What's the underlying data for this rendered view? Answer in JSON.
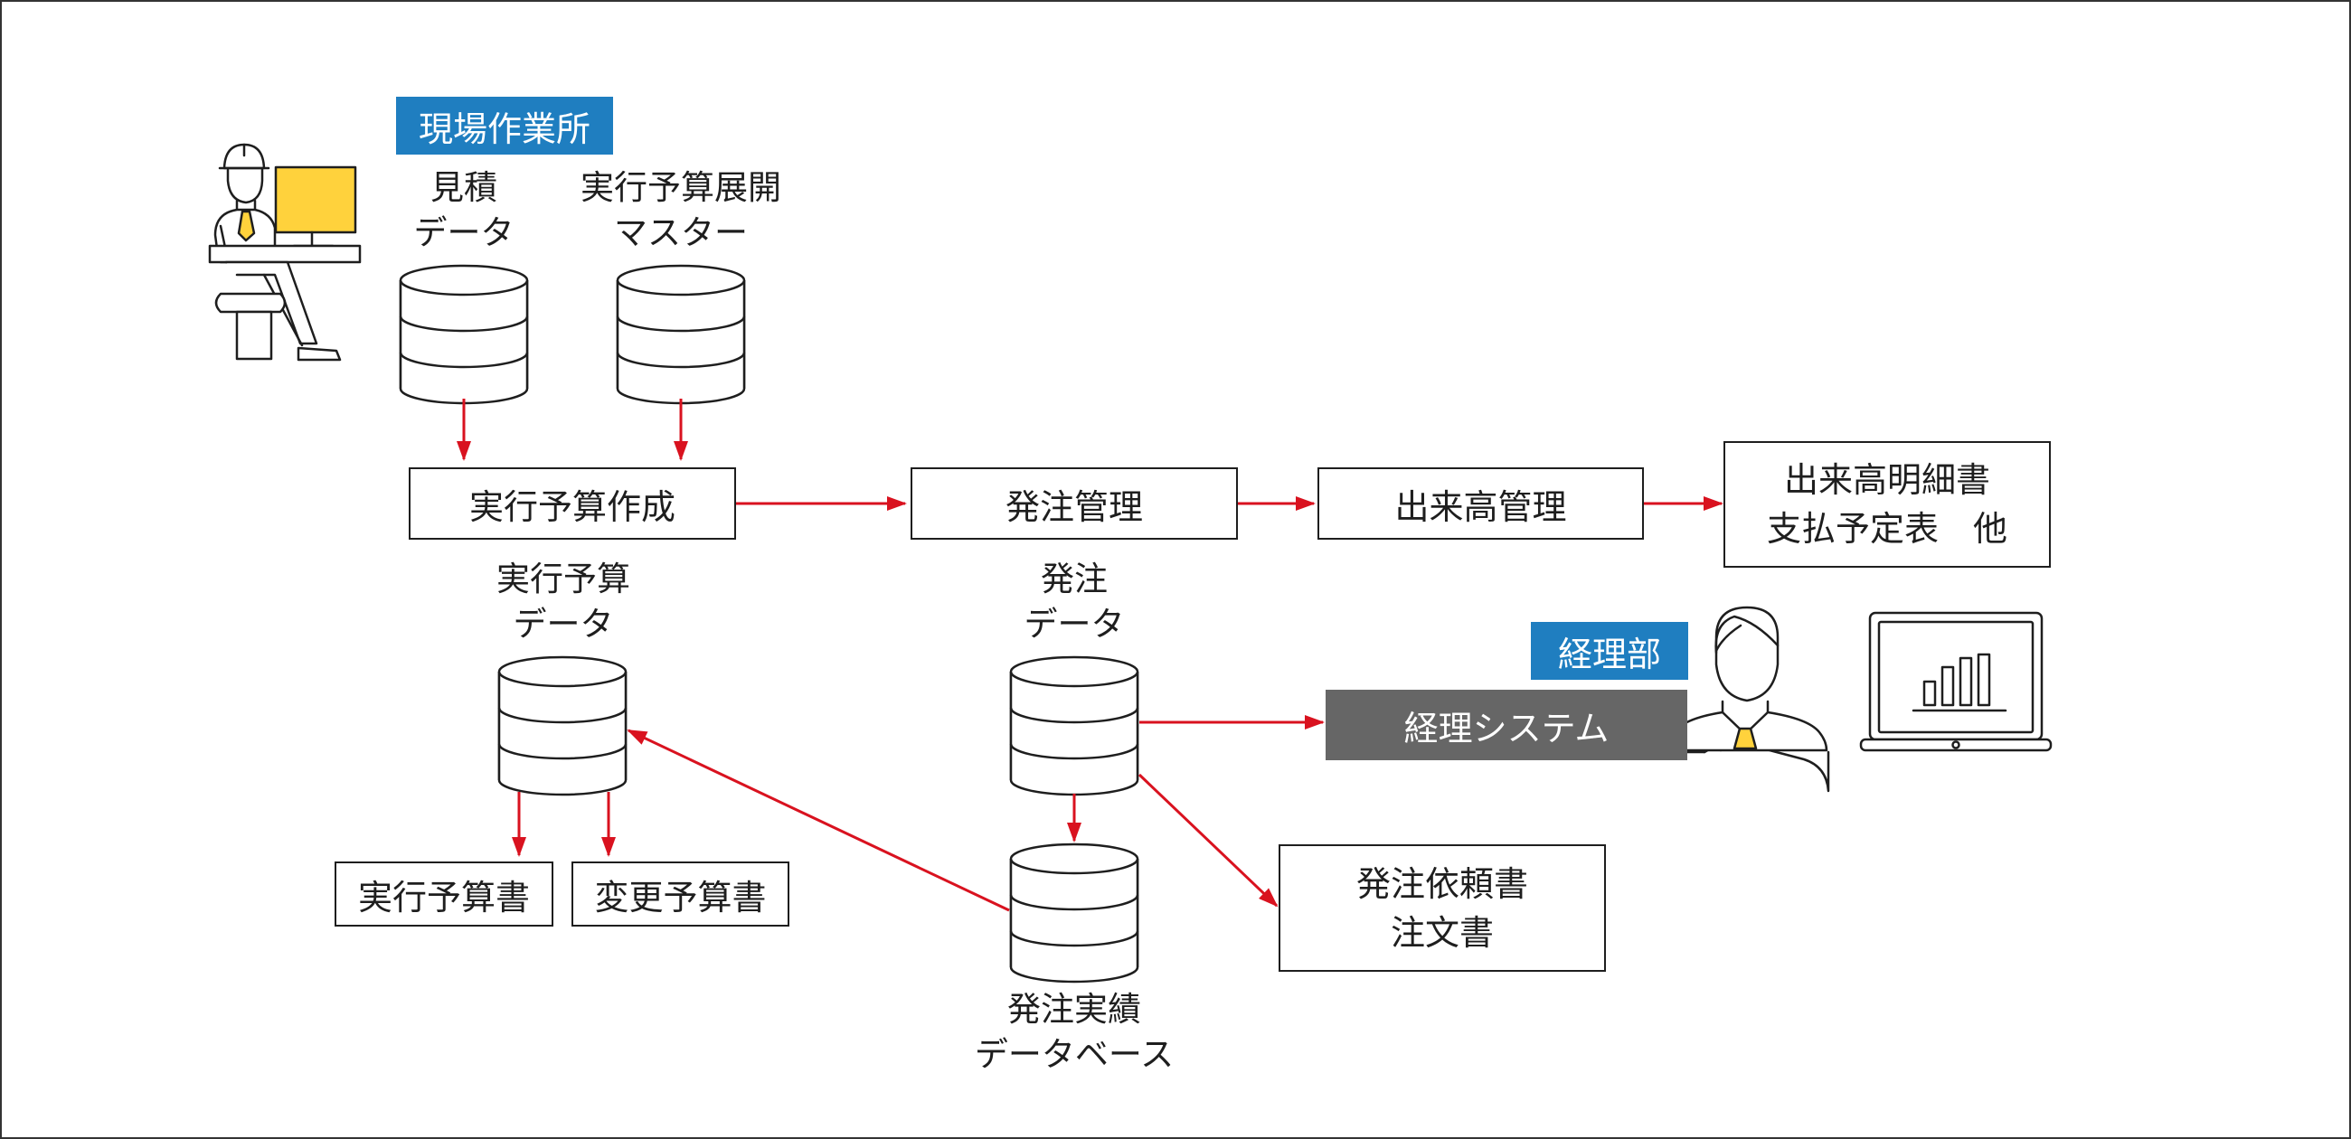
{
  "tags": {
    "site": "現場作業所",
    "accounting_dept": "経理部"
  },
  "databases": {
    "estimate": [
      "見積",
      "データ"
    ],
    "budget_master": [
      "実行予算展開",
      "マスター"
    ],
    "budget_data": [
      "実行予算",
      "データ"
    ],
    "order_data": [
      "発注",
      "データ"
    ],
    "order_results": [
      "発注実績",
      "データベース"
    ]
  },
  "processes": {
    "budget_create": "実行予算作成",
    "order_mgmt": "発注管理",
    "progress_mgmt": "出来高管理"
  },
  "outputs": {
    "statements": [
      "出来高明細書",
      "支払予定表　他"
    ],
    "budget_doc": "実行予算書",
    "revised_budget_doc": "変更予算書",
    "order_docs": [
      "発注依頼書",
      "注文書"
    ]
  },
  "systems": {
    "accounting": "経理システム"
  },
  "colors": {
    "arrow": "#d9121f",
    "tag_blue": "#1f7ec0",
    "system_gray": "#666666",
    "accent_yellow": "#ffd23c",
    "stroke": "#1e1e1e"
  },
  "icons": {
    "worker": "construction-worker-at-desk-icon",
    "office_person": "office-worker-icon",
    "laptop": "laptop-chart-icon",
    "database": "database-cylinder-icon"
  }
}
